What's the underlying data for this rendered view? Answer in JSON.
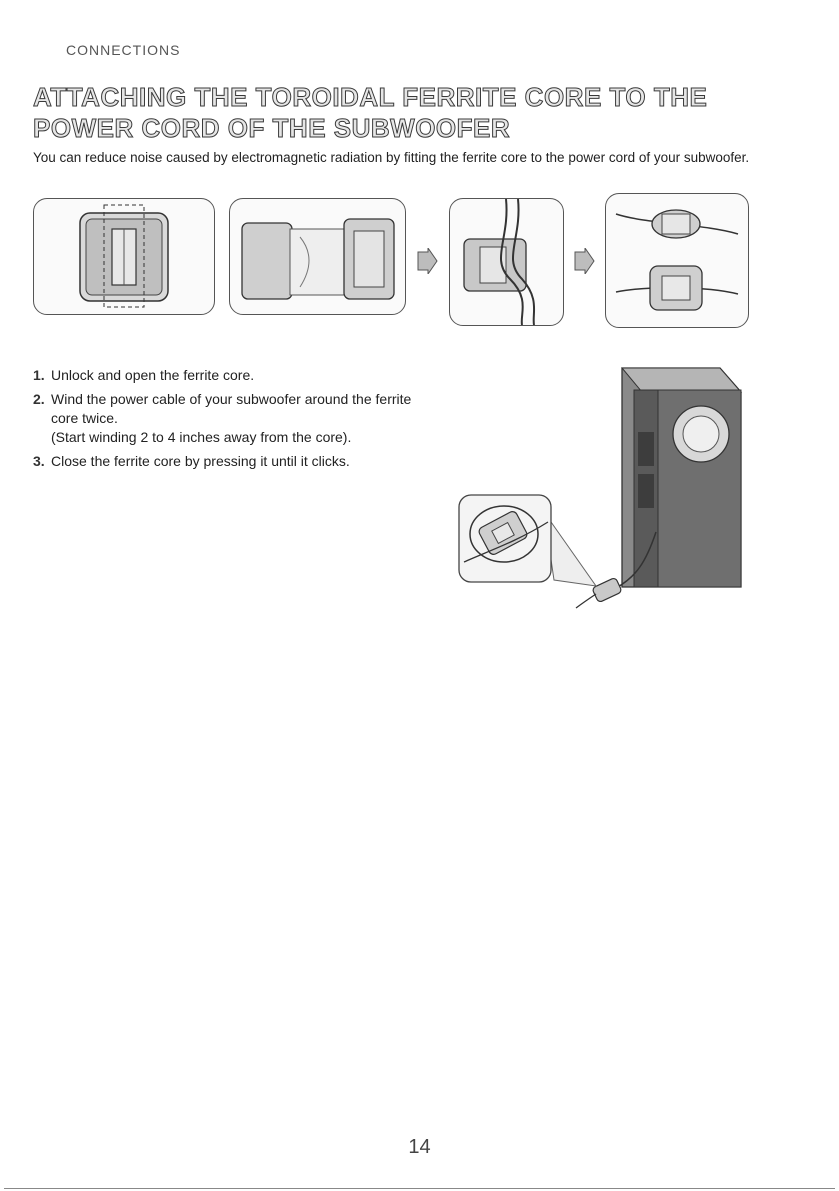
{
  "header": {
    "section_label": "CONNECTIONS"
  },
  "title": "ATTACHING THE TOROIDAL FERRITE CORE TO THE POWER CORD OF THE SUBWOOFER",
  "intro": "You can reduce noise caused by electromagnetic radiation by fitting the ferrite core to the power cord of your subwoofer.",
  "steps": [
    {
      "number": "1.",
      "text": "Unlock and open the ferrite core.",
      "note": ""
    },
    {
      "number": "2.",
      "text": "Wind the power cable of your subwoofer around the ferrite core twice.",
      "note": "(Start winding 2 to 4 inches away from the core)."
    },
    {
      "number": "3.",
      "text": "Close the ferrite core by pressing it until it clicks.",
      "note": ""
    }
  ],
  "footer": {
    "page_number": "14"
  }
}
